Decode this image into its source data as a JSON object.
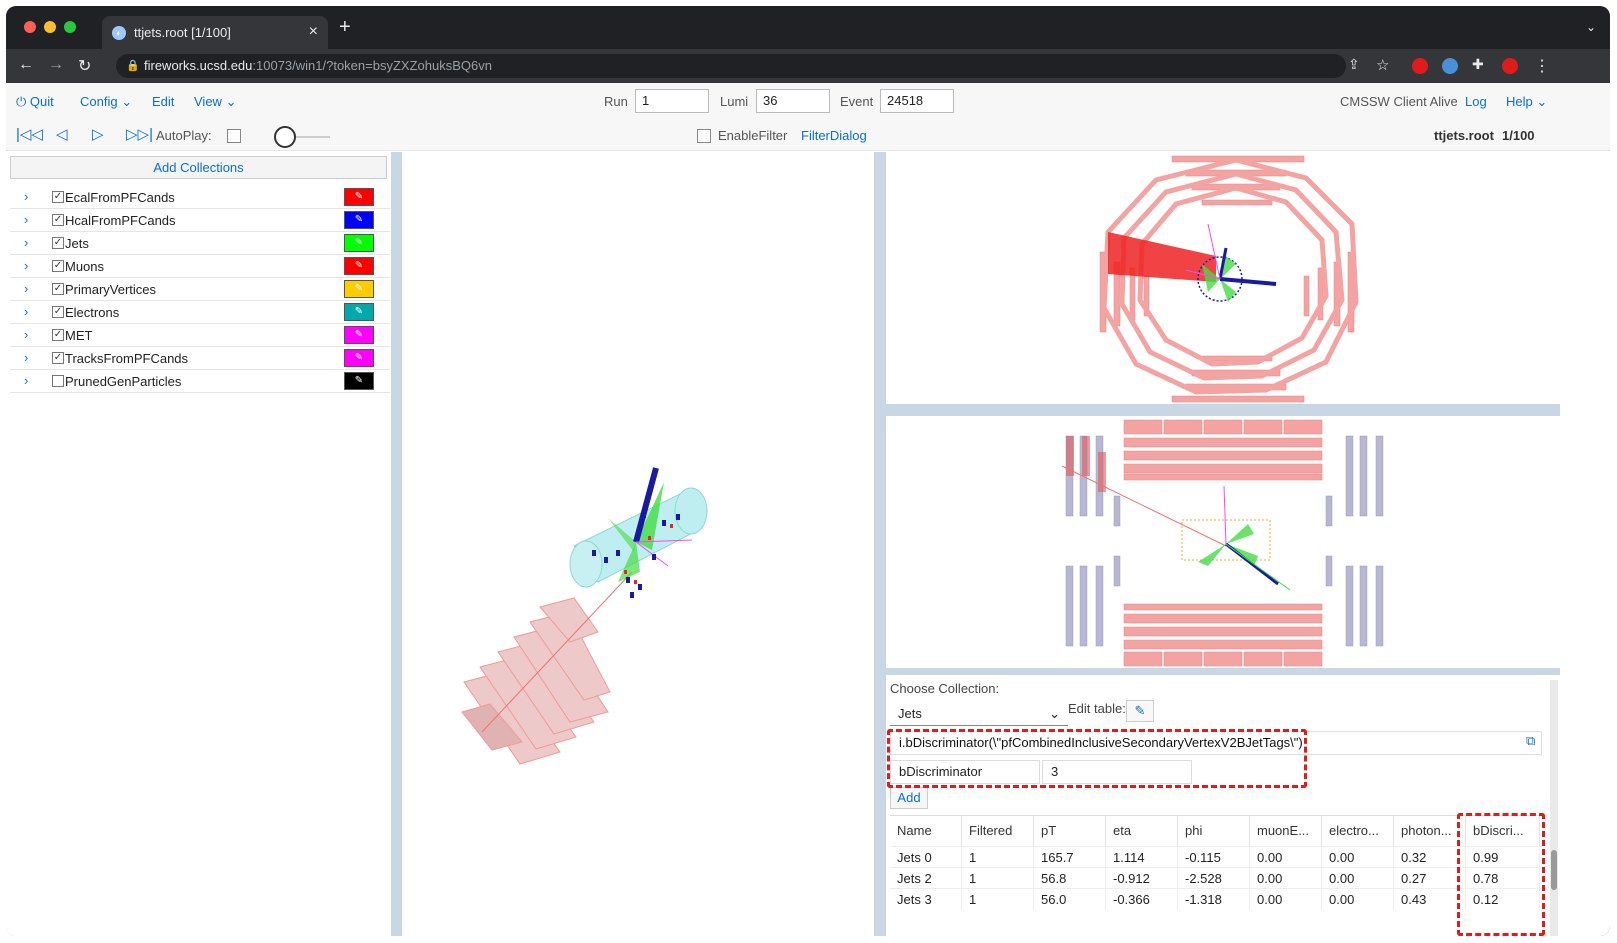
{
  "browser": {
    "tab_title": "ttjets.root [1/100]",
    "url_host": "fireworks.ucsd.edu",
    "url_rest": ":10073/win1/?token=bsyZXZohuksBQ6vn"
  },
  "menu": {
    "quit": "Quit",
    "config": "Config",
    "edit": "Edit",
    "view": "View",
    "run_label": "Run",
    "run_value": "1",
    "lumi_label": "Lumi",
    "lumi_value": "36",
    "event_label": "Event",
    "event_value": "24518",
    "status": "CMSSW Client Alive",
    "log": "Log",
    "help": "Help"
  },
  "toolbar": {
    "autoplay": "AutoPlay:",
    "enable_filter": "EnableFilter",
    "filter_dialog": "FilterDialog",
    "file_name": "ttjets.root",
    "file_pos": "1/100"
  },
  "collections": {
    "add_label": "Add Collections",
    "items": [
      {
        "name": "EcalFromPFCands",
        "checked": true,
        "color": "#ff0000"
      },
      {
        "name": "HcalFromPFCands",
        "checked": true,
        "color": "#0000ff"
      },
      {
        "name": "Jets",
        "checked": true,
        "color": "#00ff00"
      },
      {
        "name": "Muons",
        "checked": true,
        "color": "#ff0000"
      },
      {
        "name": "PrimaryVertices",
        "checked": true,
        "color": "#ffcc00"
      },
      {
        "name": "Electrons",
        "checked": true,
        "color": "#00aaaa"
      },
      {
        "name": "MET",
        "checked": true,
        "color": "#ff00ff"
      },
      {
        "name": "TracksFromPFCands",
        "checked": true,
        "color": "#ff00ff"
      },
      {
        "name": "PrunedGenParticles",
        "checked": false,
        "color": "#000000"
      }
    ]
  },
  "table": {
    "choose_label": "Choose Collection:",
    "collection_value": "Jets",
    "edit_table_label": "Edit table:",
    "expression": "i.bDiscriminator(\\\"pfCombinedInclusiveSecondaryVertexV2BJetTags\\\")",
    "column_name": "bDiscriminator",
    "precision": "3",
    "add_label": "Add",
    "headers": [
      "Name",
      "Filtered",
      "pT",
      "eta",
      "phi",
      "muonE...",
      "electro...",
      "photon...",
      "bDiscri..."
    ],
    "rows": [
      [
        "Jets 0",
        "1",
        "165.7",
        "1.114",
        "-0.115",
        "0.00",
        "0.00",
        "0.32",
        "0.99"
      ],
      [
        "Jets 2",
        "1",
        "56.8",
        "-0.912",
        "-2.528",
        "0.00",
        "0.00",
        "0.27",
        "0.78"
      ],
      [
        "Jets 3",
        "1",
        "56.0",
        "-0.366",
        "-1.318",
        "0.00",
        "0.00",
        "0.43",
        "0.12"
      ]
    ]
  },
  "colors": {
    "accent": "#0a6ed1",
    "highlight": "#e01b1b",
    "calo": "#f4a3a3"
  }
}
